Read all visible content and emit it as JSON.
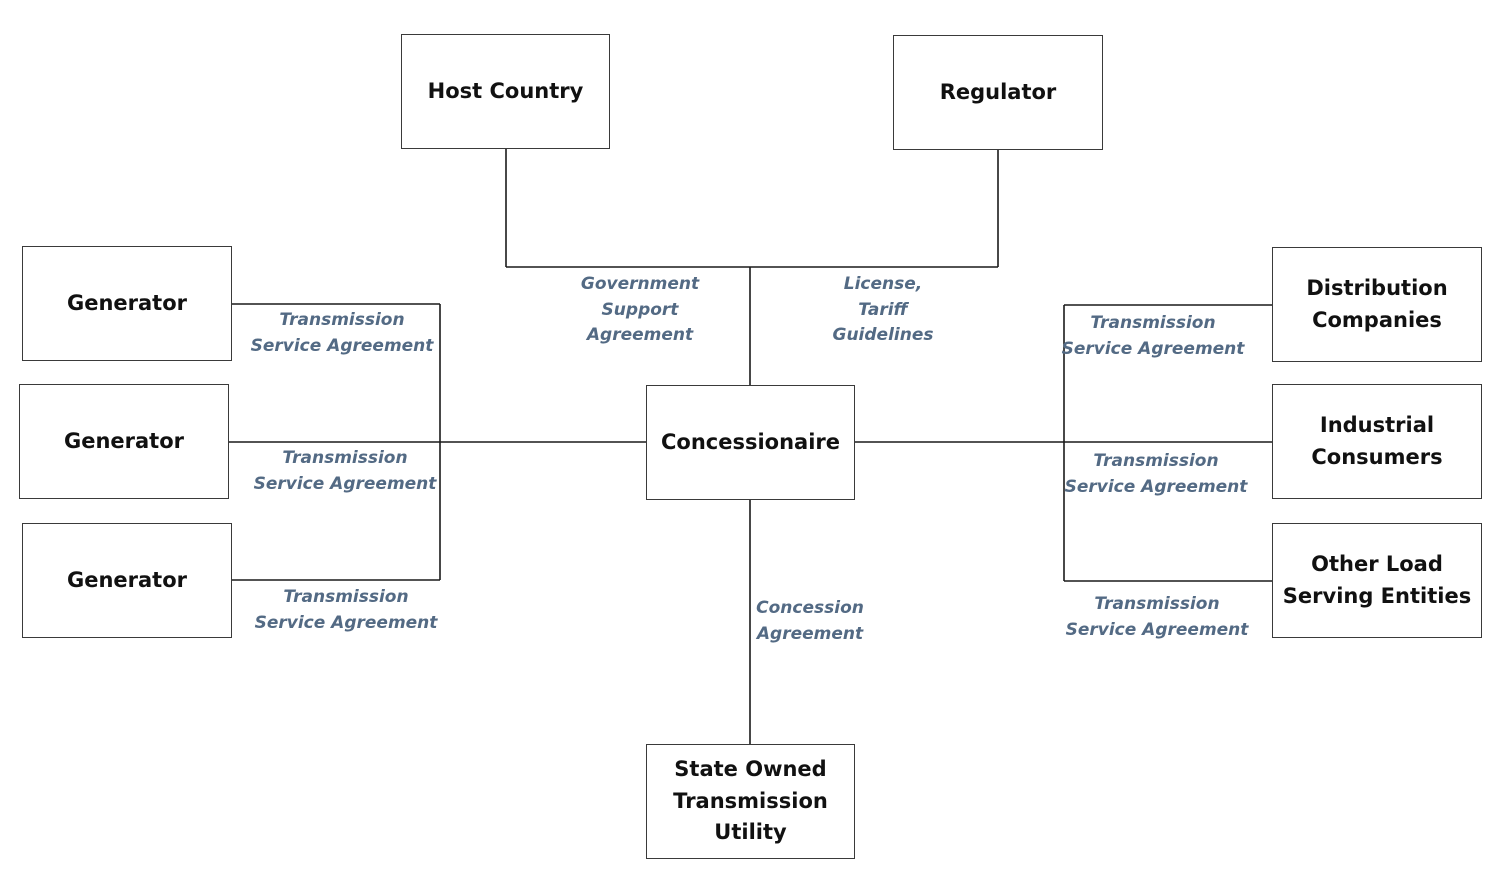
{
  "boxes": {
    "host_country": "Host Country",
    "regulator": "Regulator",
    "concessionaire": "Concessionaire",
    "generator_1": "Generator",
    "generator_2": "Generator",
    "generator_3": "Generator",
    "distribution_companies": "Distribution\nCompanies",
    "industrial_consumers": "Industrial\nConsumers",
    "other_load_serving_entities": "Other Load\nServing Entities",
    "state_owned_utility": "State Owned\nTransmission\nUtility"
  },
  "labels": {
    "government_support": "Government\nSupport\nAgreement",
    "license_tariff": "License,\nTariff\nGuidelines",
    "tsa_generator_1": "Transmission\nService Agreement",
    "tsa_generator_2": "Transmission\nService Agreement",
    "tsa_generator_3": "Transmission\nService Agreement",
    "tsa_distribution": "Transmission\nService Agreement",
    "tsa_industrial": "Transmission\nService Agreement",
    "tsa_other_load": "Transmission\nService Agreement",
    "concession_agreement": "Concession\nAgreement"
  },
  "colors": {
    "box_border": "#3a3a3a",
    "box_text": "#111111",
    "label_text": "#536a84",
    "connector": "#1a1a1a"
  }
}
